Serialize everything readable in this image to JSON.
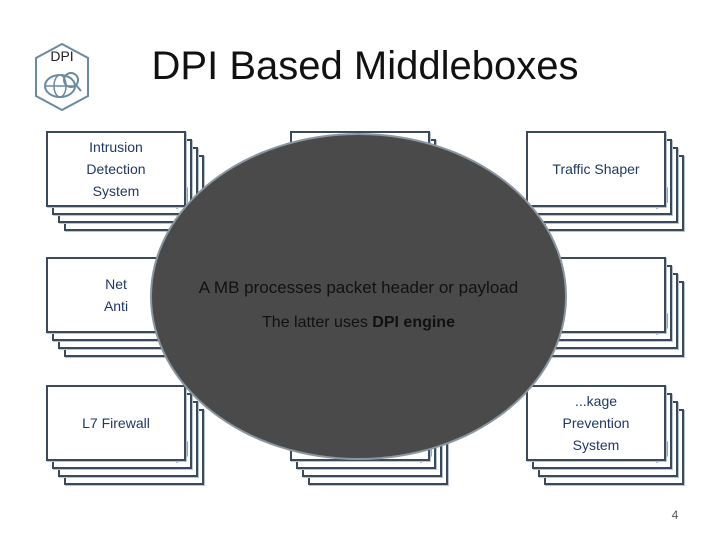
{
  "title": "DPI Based Middleboxes",
  "logo": {
    "text": "DPI",
    "icon": "dpi-globe-logo"
  },
  "boxes": [
    {
      "id": "ids",
      "label": "Intrusion\nDetection\nSystem"
    },
    {
      "id": "top-middle",
      "label": ""
    },
    {
      "id": "traffic-shaper",
      "label": "Traffic Shaper"
    },
    {
      "id": "net-anti",
      "label": "Net\nAnti"
    },
    {
      "id": "right-middle",
      "label": ""
    },
    {
      "id": "l7-firewall",
      "label": "L7 Firewall"
    },
    {
      "id": "bottom-middle",
      "label": ""
    },
    {
      "id": "leakage-prevention",
      "label": "...kage\nPrevention\nSystem"
    }
  ],
  "overlay": {
    "line1": "A MB processes packet header or payload",
    "line2_prefix": "The latter uses ",
    "line2_bold": "DPI engine"
  },
  "page_number": "4",
  "colors": {
    "card_border": "#3a4a5a",
    "label": "#1f3864",
    "overlay_fill": "#4a4a4a",
    "icon": "#6a8aa0"
  }
}
